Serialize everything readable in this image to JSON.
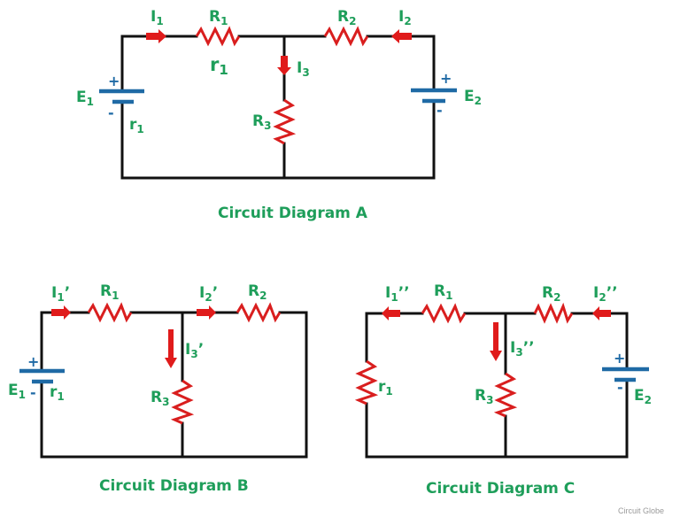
{
  "colors": {
    "wire": "#111111",
    "resistor": "#d91e1e",
    "current_arrow": "#e01b1b",
    "battery": "#1f6aa5",
    "label": "#1e9e5a",
    "watermark": "#9a9a9a"
  },
  "diagrams": {
    "a": {
      "title": "Circuit Diagram A",
      "labels": {
        "i1": {
          "main": "I",
          "sub": "1",
          "prime": ""
        },
        "r1_top": {
          "main": "R",
          "sub": "1"
        },
        "r1_below": {
          "main": "r",
          "sub": "1"
        },
        "i3": {
          "main": "I",
          "sub": "3",
          "prime": ""
        },
        "r2": {
          "main": "R",
          "sub": "2"
        },
        "i2": {
          "main": "I",
          "sub": "2",
          "prime": ""
        },
        "e1": {
          "main": "E",
          "sub": "1"
        },
        "r1_internal": {
          "main": "r",
          "sub": "1"
        },
        "r3": {
          "main": "R",
          "sub": "3"
        },
        "e2": {
          "main": "E",
          "sub": "2"
        }
      },
      "signs": {
        "e1_plus": "+",
        "e1_minus": "-",
        "e2_plus": "+",
        "e2_minus": "-"
      }
    },
    "b": {
      "title": "Circuit Diagram B",
      "labels": {
        "i1": {
          "main": "I",
          "sub": "1",
          "prime": "’"
        },
        "r1": {
          "main": "R",
          "sub": "1"
        },
        "i2": {
          "main": "I",
          "sub": "2",
          "prime": "’"
        },
        "r2": {
          "main": "R",
          "sub": "2"
        },
        "i3": {
          "main": "I",
          "sub": "3",
          "prime": "’"
        },
        "r3": {
          "main": "R",
          "sub": "3"
        },
        "e1": {
          "main": "E",
          "sub": "1"
        },
        "r1_internal": {
          "main": "r",
          "sub": "1"
        }
      },
      "signs": {
        "e1_plus": "+",
        "e1_minus": "-"
      }
    },
    "c": {
      "title": "Circuit Diagram C",
      "labels": {
        "i1": {
          "main": "I",
          "sub": "1",
          "prime": "’’"
        },
        "r1": {
          "main": "R",
          "sub": "1"
        },
        "r2": {
          "main": "R",
          "sub": "2"
        },
        "i2": {
          "main": "I",
          "sub": "2",
          "prime": "’’"
        },
        "i3": {
          "main": "I",
          "sub": "3",
          "prime": "’’"
        },
        "r1_internal": {
          "main": "r",
          "sub": "1"
        },
        "r3": {
          "main": "R",
          "sub": "3"
        },
        "e2": {
          "main": "E",
          "sub": "2"
        }
      },
      "signs": {
        "e2_plus": "+",
        "e2_minus": "-"
      }
    }
  },
  "watermark": "Circuit Globe"
}
